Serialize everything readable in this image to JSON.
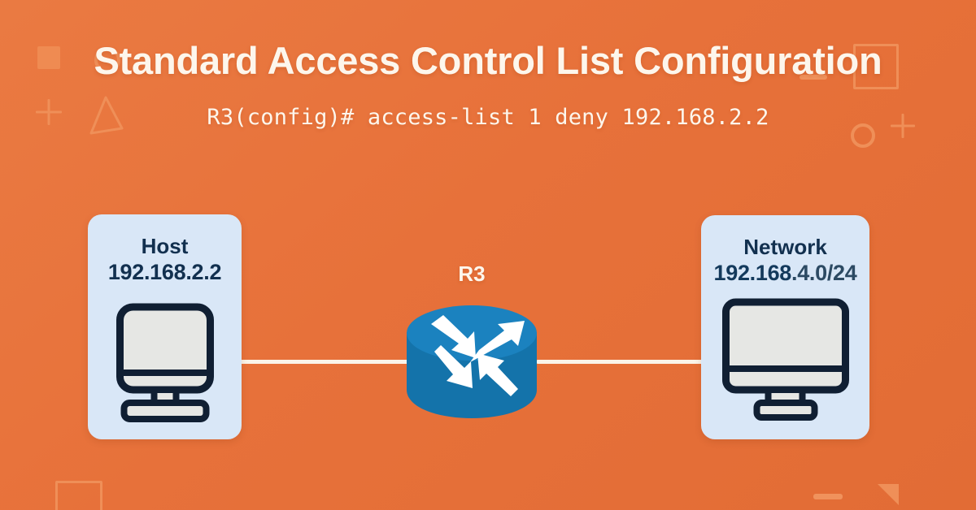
{
  "theme": {
    "background_color": "#e7713a",
    "background_accent": "#ef8f58",
    "text_cream": "#fdf6ec",
    "card_color": "#d9e7f7",
    "node_text_color": "#12304f",
    "router_color": "#1b7fba",
    "link_color": "#fbf4e9"
  },
  "headline": {
    "title": "Standard Access Control List Configuration",
    "command": "R3(config)# access-list 1 deny 192.168.2.2"
  },
  "topology": {
    "host": {
      "name": "Host",
      "address": "192.168.2.2",
      "icon": "desktop-computer-icon"
    },
    "router": {
      "label": "R3",
      "icon": "router-icon"
    },
    "network": {
      "name": "Network",
      "address_strong": "192.168",
      "address_rest": ".4.0/24",
      "address": "192.168.4.0/24",
      "icon": "monitor-icon"
    },
    "links": [
      {
        "name": "host-to-router"
      },
      {
        "name": "router-to-network"
      }
    ]
  },
  "decorations": [
    {
      "name": "filled-square-icon"
    },
    {
      "name": "circle-outline-icon"
    },
    {
      "name": "plus-icon"
    },
    {
      "name": "triangle-outline-icon"
    },
    {
      "name": "dash-icon"
    },
    {
      "name": "square-outline-icon"
    },
    {
      "name": "small-circle-outline-icon"
    },
    {
      "name": "filled-triangle-icon"
    }
  ]
}
